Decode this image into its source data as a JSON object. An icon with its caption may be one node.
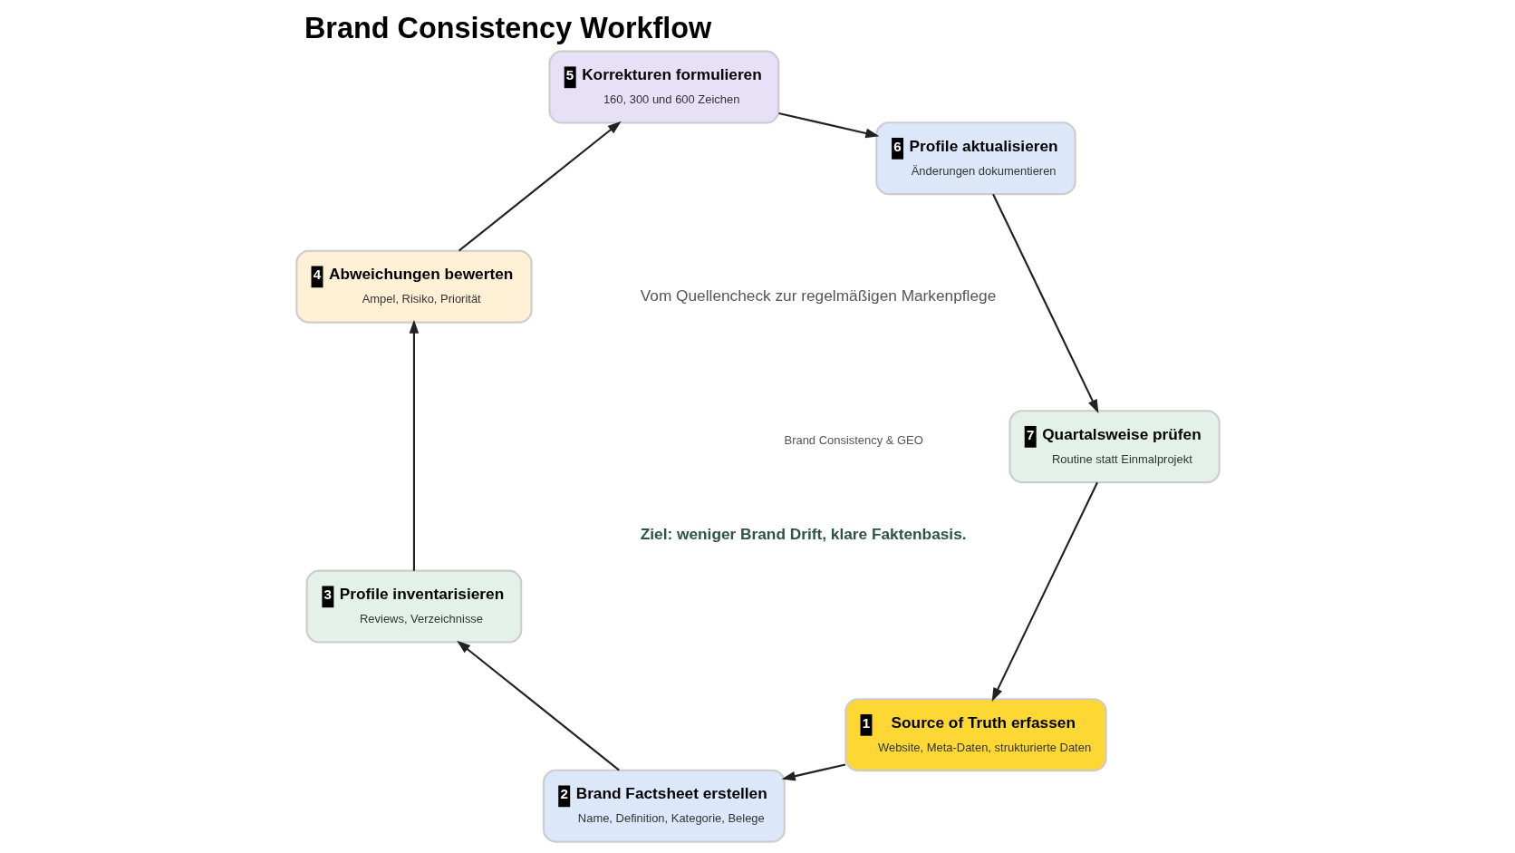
{
  "diagram": {
    "title": "Brand Consistency Workflow",
    "nodes": [
      {
        "text": [
          "1",
          "Source of Truth erfassen",
          "Website, Meta-Daten, strukturierte Daten"
        ]
      },
      {
        "text": [
          "2",
          "Brand Factsheet erstellen",
          "Name, Definition, Kategorie, Belege"
        ]
      },
      {
        "text": [
          "3",
          "Profile inventarisieren",
          "Reviews, Verzeichnisse"
        ]
      },
      {
        "text": [
          "4",
          "Abweichungen bewerten",
          "Ampel, Risiko, Priorität"
        ]
      },
      {
        "text": [
          "5",
          "Korrekturen formulieren",
          "160, 300 und 600 Zeichen"
        ]
      },
      {
        "text": [
          "6",
          "Profile aktualisieren",
          "Änderungen dokumentieren"
        ]
      },
      {
        "text": [
          "7",
          "Quartalsweise prüfen",
          "Routine statt Einmalprojekt"
        ]
      }
    ],
    "edges": [
      {
        "from": 0,
        "to": 1,
        "arrow": "to"
      },
      {
        "from": 1,
        "to": 2,
        "arrow": "to"
      },
      {
        "from": 2,
        "to": 3,
        "arrow": "to"
      },
      {
        "from": 3,
        "to": 4,
        "arrow": "to"
      },
      {
        "from": 4,
        "to": 5,
        "arrow": "to"
      },
      {
        "from": 5,
        "to": 6,
        "arrow": "to"
      },
      {
        "from": 6,
        "to": 0,
        "arrow": "to"
      }
    ],
    "labels": [
      "Vom Quellencheck zur regelmäßigen Markenpflege",
      "Ziel: weniger Brand Drift, klare Faktenbasis.",
      "Brand Consistency & GEO"
    ]
  }
}
